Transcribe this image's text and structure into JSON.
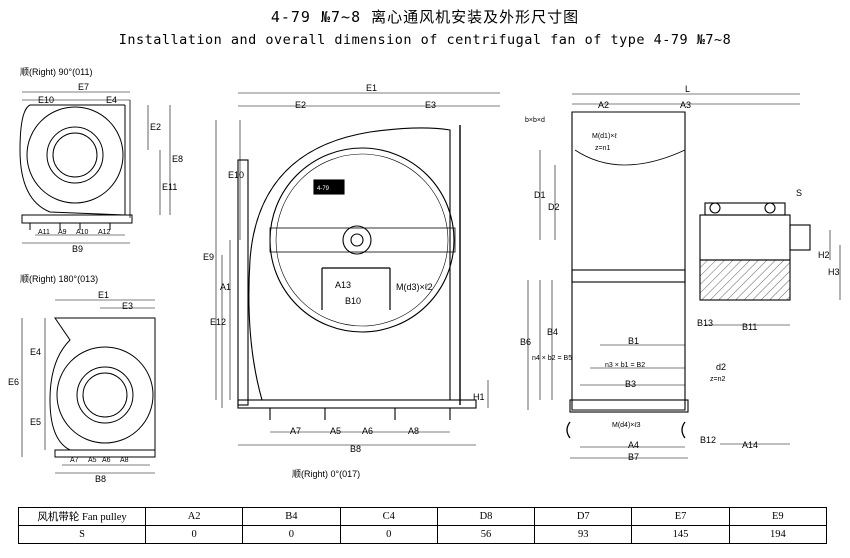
{
  "title_cn": "4-79 №7~8 离心通风机安装及外形尺寸图",
  "title_en": "Installation and overall dimension of centrifugal fan of type 4-79 №7~8",
  "views": {
    "top_left": "顺(Right) 90°(011)",
    "mid_left": "顺(Right) 180°(013)",
    "main": "顺(Right) 0°(017)"
  },
  "plate": [
    "4-79"
  ],
  "labels": {
    "E7": "E7",
    "E10": "E10",
    "E4": "E4",
    "E2": "E2",
    "E8": "E8",
    "E11": "E11",
    "A11": "A11",
    "A9": "A9",
    "A10": "A10",
    "A12": "A12",
    "B9": "B9",
    "E1": "E1",
    "E3": "E3",
    "E6": "E6",
    "E5": "E5",
    "A7": "A7",
    "A5": "A5",
    "A6": "A6",
    "A8": "A8",
    "B8": "B8",
    "E9": "E9",
    "A1": "A1",
    "E12": "E12",
    "H1": "H1",
    "A13": "A13",
    "B10": "B10",
    "Md3": "M(d3)×ℓ2",
    "L": "L",
    "A2": "A2",
    "A3": "A3",
    "bxbxd": "b×b×d",
    "Md1": "M(d1)×ℓ",
    "zn1": "z=n1",
    "D1": "D1",
    "D2": "D2",
    "S": "S",
    "H2": "H2",
    "H3": "H3",
    "B13": "B13",
    "B11": "B11",
    "B6": "B6",
    "n4b2B5": "n4 × b2 = B5",
    "B4": "B4",
    "B1": "B1",
    "n3b1B2": "n3 × b1 = B2",
    "B3": "B3",
    "d2": "d2",
    "zn2": "z=n2",
    "Md4": "M(d4)×ℓ3",
    "A4": "A4",
    "B12": "B12",
    "A14": "A14",
    "B7": "B7"
  },
  "table": {
    "header": [
      "风机带轮  Fan pulley",
      "A2",
      "B4",
      "C4",
      "D8",
      "D7",
      "E7",
      "E9"
    ],
    "rows": [
      [
        "S",
        "0",
        "0",
        "0",
        "56",
        "93",
        "145",
        "194"
      ]
    ]
  }
}
